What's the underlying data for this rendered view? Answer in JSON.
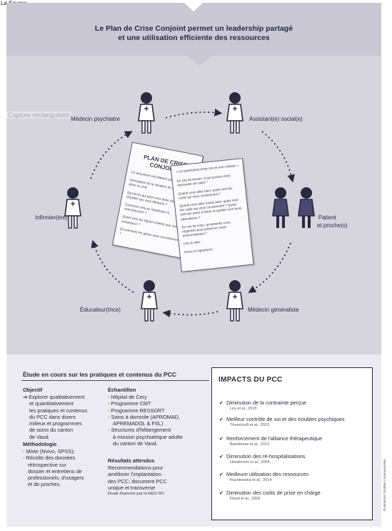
{
  "source_label": "La Source",
  "header": {
    "title_line1": "Le Plan de Crise Conjoint permet un leadership partagé",
    "title_line2": "et une utilisation efficiente des ressources"
  },
  "overlay_label": "Capture rectangulaire",
  "roles": {
    "psychiatre": "Médecin psychiatre",
    "assistant": "Assistant(e) social(e)",
    "patient_line1": "Patient",
    "patient_line2": "et proche(s)",
    "generaliste": "Médecin généraliste",
    "educateur": "Éducateur(trice)",
    "infirmier": "Infirmier(ère)"
  },
  "doc1": {
    "title_line1": "PLAN DE CRISE",
    "title_line2": "CONJOINT",
    "lines": [
      "Ce document est élaboré pour…",
      "Description de la situation de crise et de la prise en soin",
      "Qu'est-ce qui peut vous aider dans une situation qui vous dépasse ?",
      "Comment cela se manifeste-t-il concrètement ?",
      "Quels sont les signes d'alerte que vous remarquez ?",
      "Et comment les gérez-vous concrètement ?"
    ]
  },
  "doc2": {
    "quote": "« Un partenariat entre moi et mon réseau »",
    "lines": [
      "En cas de besoin, à qui pouvez-vous demander de l'aide ?",
      "Quand vous allez bien, quels sont les outils qui vous conviennent ?",
      "Quand vous allez moins bien, quels sont les outils qui vous conviennent ? Quels sont les soins à éviter et quelles sont leurs alternatives ?",
      "En cas de crise, qu'aimeriez-vous organiser pour préserver votre environnement ?",
      "Lieu & date :",
      "Noms et signatures :"
    ]
  },
  "study": {
    "title": "Étude en cours sur les pratiques et contenus du PCC",
    "objectif_heading": "Objectif",
    "objectif_lines": [
      "➔ Explorer qualitativement",
      "et quantitativement",
      "les pratiques et contenus",
      "du PCC dans divers",
      "milieux et programmes",
      "de soins du canton",
      "de Vaud."
    ],
    "methodologie_heading": "Méthodologie",
    "methodologie_lines": [
      "- Mixte (Nvivo, SPSS);",
      "- Récolte des données",
      "rétrospective sur",
      "dossier et entretiens de",
      "professionels, d'usagers",
      "et de proches."
    ],
    "echantillon_heading": "Échantillon",
    "echantillon_lines": [
      "- Hôpital de Cery",
      "- Programme CMT",
      "- Programme RESSORT",
      "- Soins à domicile (APROMAD,",
      "APREMADOL & FSL)",
      "- Structures d'hébergement",
      "à mission psychiatrique adulte",
      "du canton de Vaud."
    ],
    "resultats_heading": "Résultats attendus",
    "resultats_lines": [
      "Recommendations pour",
      "améliorer l'implantation",
      "des PCC; document PCC",
      "unique et transverse"
    ],
    "funding": "Étude financée par la HES-SO"
  },
  "impacts": {
    "title": "IMPACTS DU PCC",
    "items": [
      {
        "label": "Diminution de la contrainte perçue",
        "ref": "Ley et al., 2015"
      },
      {
        "label": "Meilleur contrôle de soi et des troubles psychiques",
        "ref": "Thornicroft et al., 2013"
      },
      {
        "label": "Renforcement de l'alliance thérapeutique",
        "ref": "Bartolomei et al., 2013"
      },
      {
        "label": "Diminution des ré-hospitalisations",
        "ref": "Henderson et al., 2004"
      },
      {
        "label": "Meilleure utilisation des ressources",
        "ref": "Ruchlewska et al., 2014"
      },
      {
        "label": "Diminution des coûts de prise en charge",
        "ref": "Flood et al., 2006"
      }
    ]
  },
  "credit": "Illustrations: Ibrahim Communication",
  "colors": {
    "ink": "#2b2940",
    "header_bg": "#c9c8d4",
    "band_bg": "#d6d5de",
    "page_bg": "#ecebf1"
  }
}
